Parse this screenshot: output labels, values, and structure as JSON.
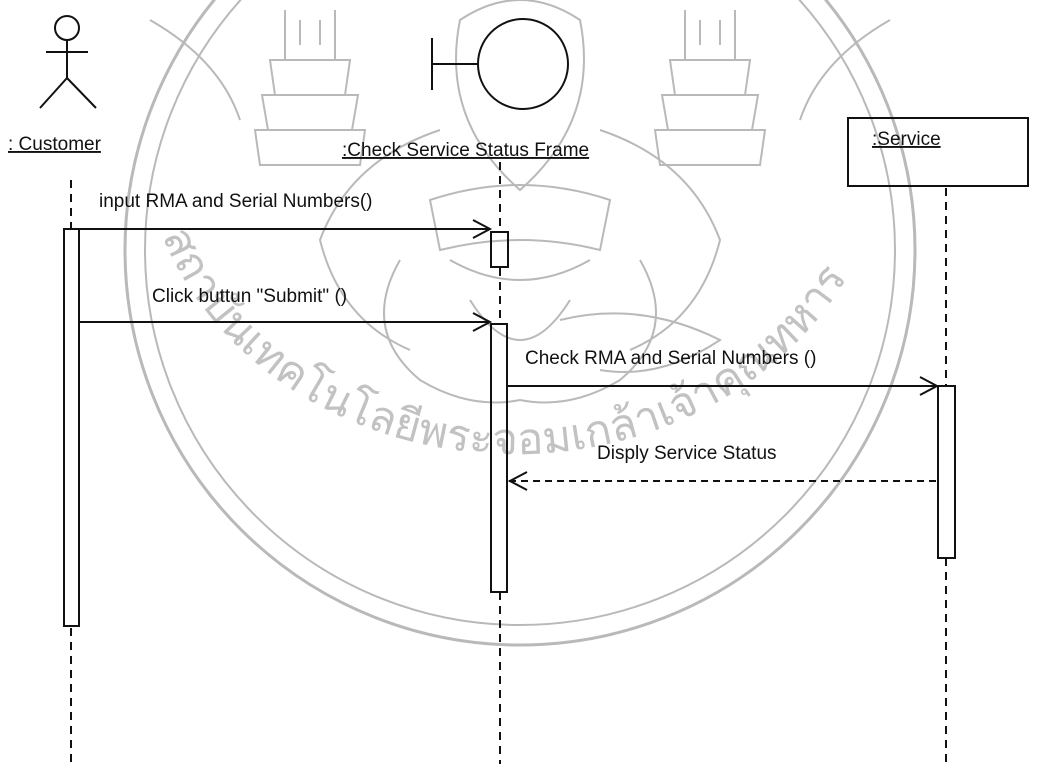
{
  "actor": {
    "label": ": Customer"
  },
  "boundary": {
    "label": ":Check Service Status Frame"
  },
  "entity": {
    "label": ":Service"
  },
  "messages": [
    {
      "label": "input RMA and Serial Numbers()",
      "style": "solid"
    },
    {
      "label": "Click buttun \"Submit\" ()",
      "style": "solid"
    },
    {
      "label": "Check RMA and Serial Numbers ()",
      "style": "solid"
    },
    {
      "label": "Disply Service Status",
      "style": "dashed-return"
    }
  ],
  "watermark": {
    "text_left": "สถาบันเทคโนโลยีพระจอมเกล้าเจ้าคุณทหาร",
    "color": "#b9b9b9"
  }
}
